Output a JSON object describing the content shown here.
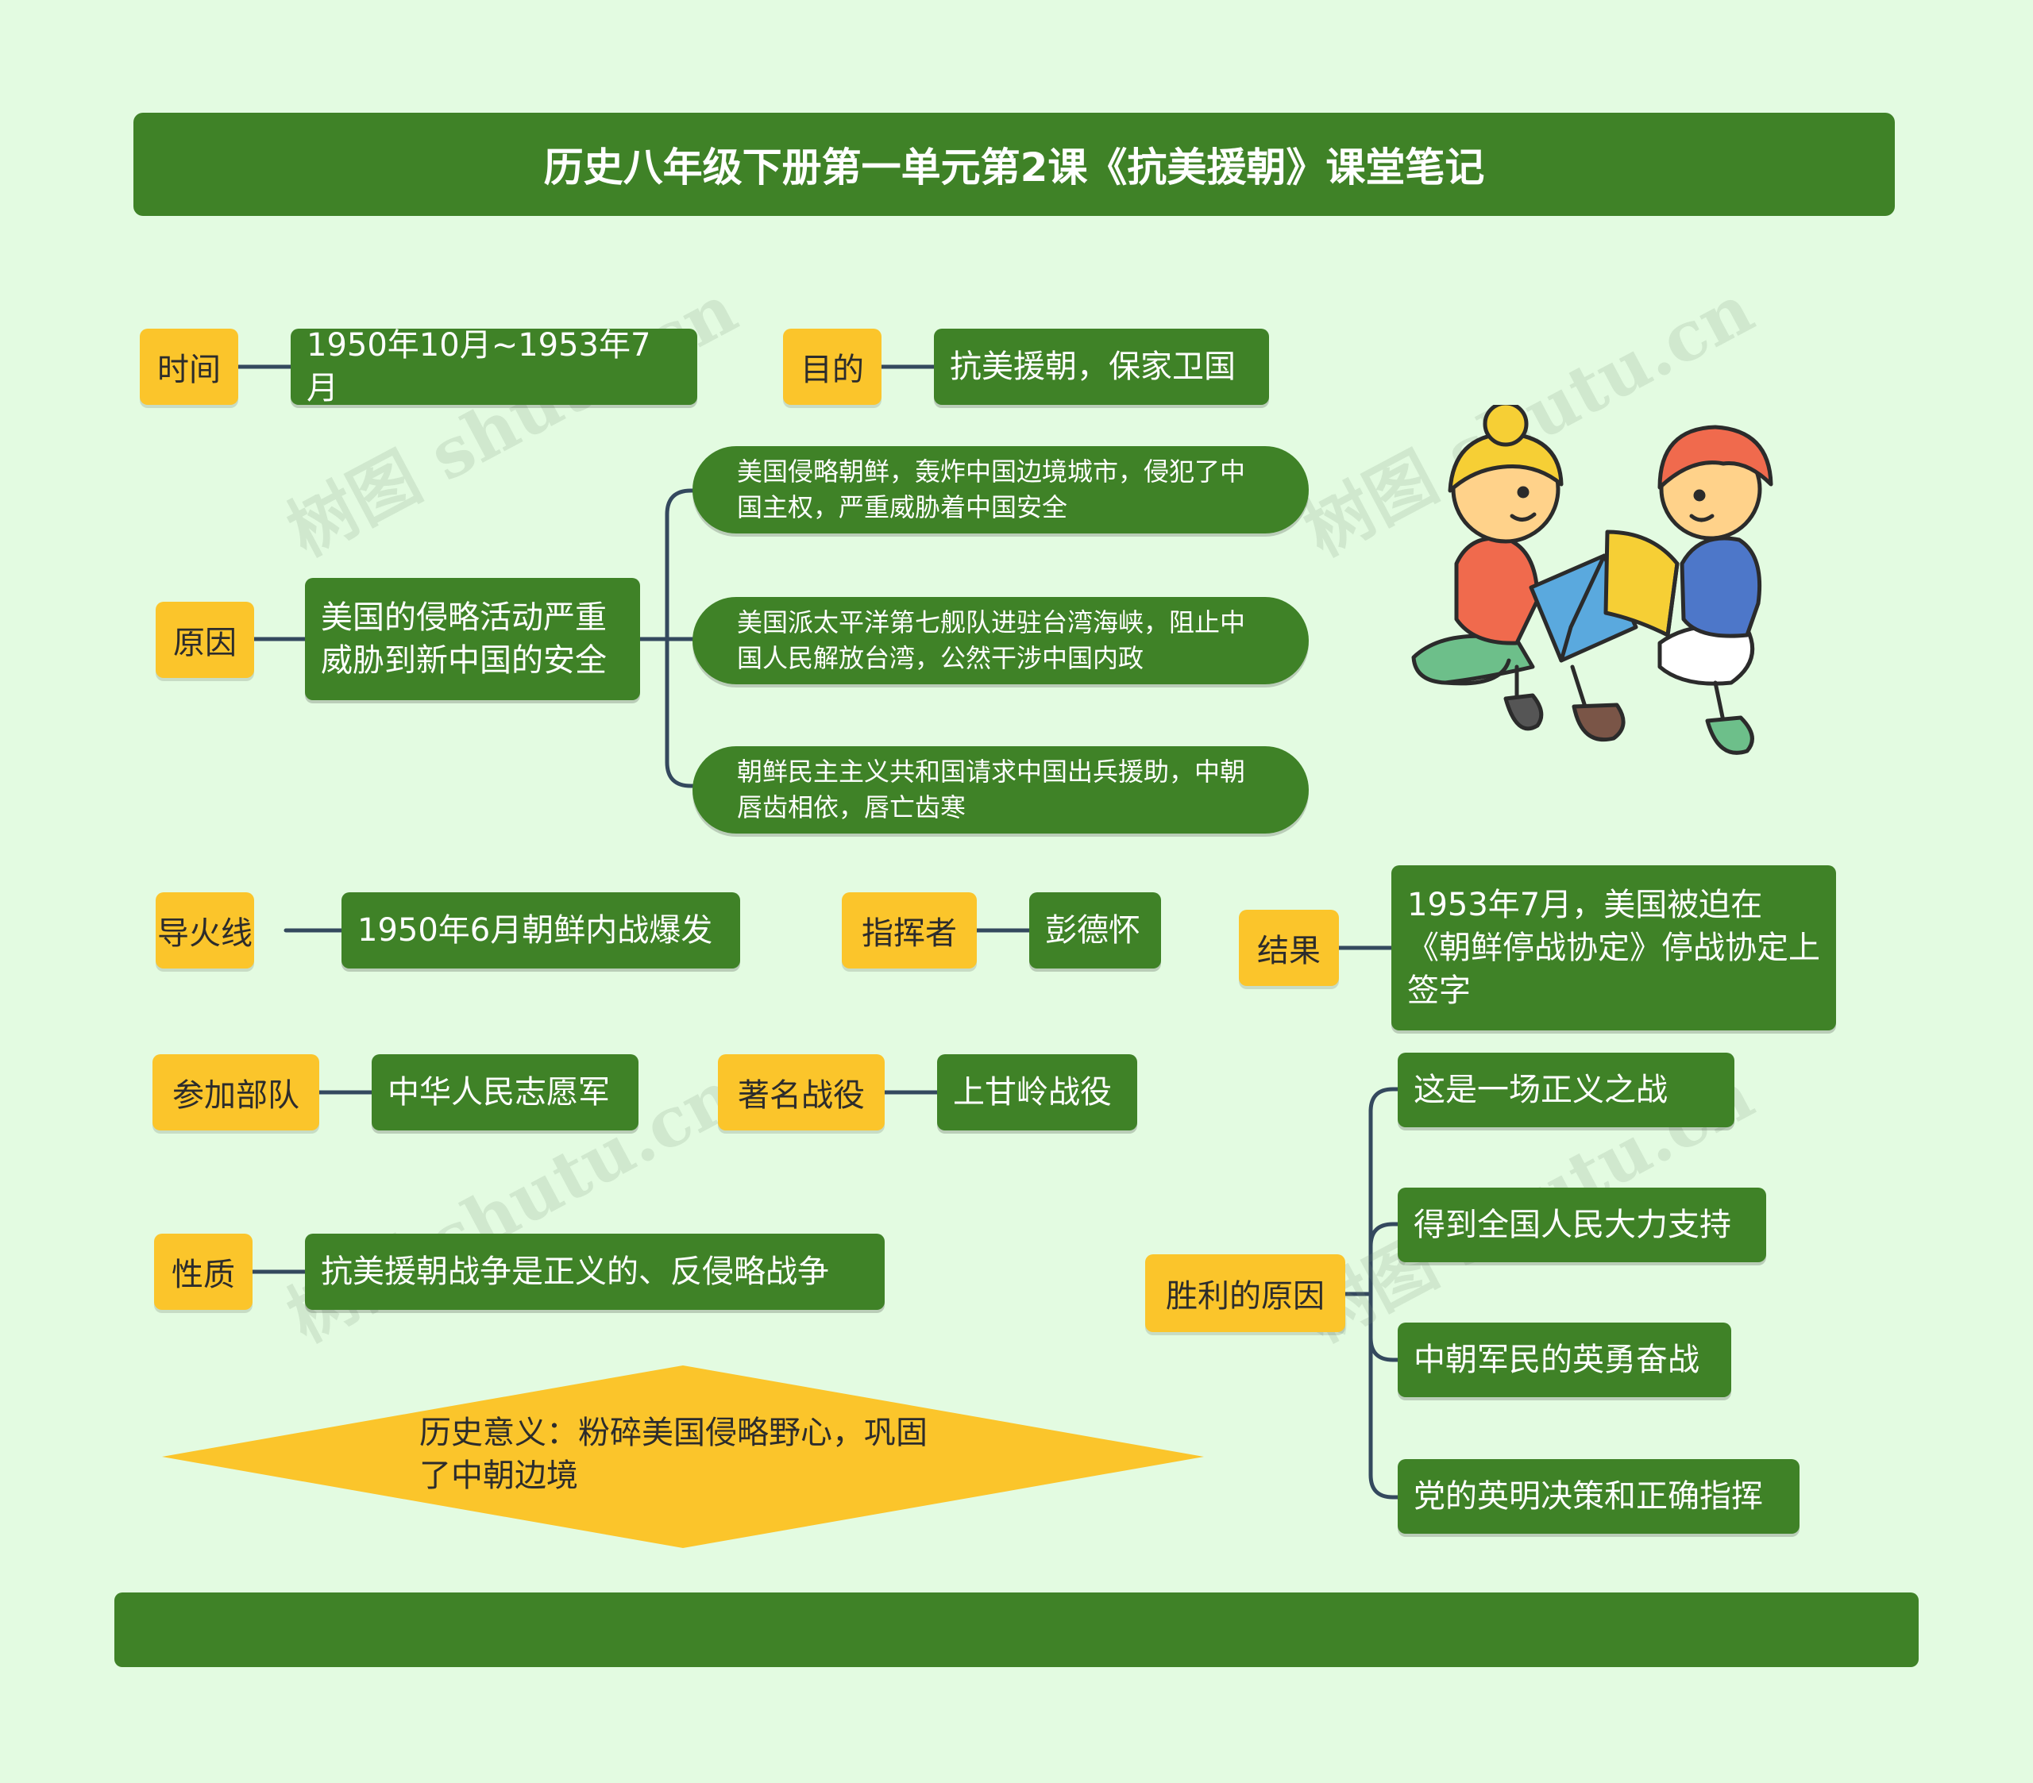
{
  "title": "历史八年级下册第一单元第2课《抗美援朝》课堂笔记",
  "watermark": "树图 shutu.cn",
  "time": {
    "label": "时间",
    "value": "1950年10月~1953年7月"
  },
  "purpose": {
    "label": "目的",
    "value": "抗美援朝，保家卫国"
  },
  "cause": {
    "label": "原因",
    "main": "美国的侵略活动严重威胁到新中国的安全",
    "details": [
      "美国侵略朝鲜，轰炸中国边境城市，侵犯了中国主权，严重威胁着中国安全",
      "美国派太平洋第七舰队进驻台湾海峡，阻止中国人民解放台湾，公然干涉中国内政",
      "朝鲜民主主义共和国请求中国出兵援助，中朝唇齿相依，唇亡齿寒"
    ]
  },
  "fuse": {
    "label": "导火线",
    "value": "1950年6月朝鲜内战爆发"
  },
  "commander": {
    "label": "指挥者",
    "value": "彭德怀"
  },
  "result": {
    "label": "结果",
    "value": "1953年7月，美国被迫在《朝鲜停战协定》停战协定上签字"
  },
  "troops": {
    "label": "参加部队",
    "value": "中华人民志愿军"
  },
  "battle": {
    "label": "著名战役",
    "value": "上甘岭战役"
  },
  "nature": {
    "label": "性质",
    "value": "抗美援朝战争是正义的、反侵略战争"
  },
  "victory": {
    "label": "胜利的原因",
    "items": [
      "这是一场正义之战",
      "得到全国人民大力支持",
      "中朝军民的英勇奋战",
      "党的英明决策和正确指挥"
    ]
  },
  "significance": "历史意义：粉碎美国侵略野心，巩固了中朝边境",
  "colors": {
    "node_green": "#3f8227",
    "label_yellow": "#fbc52b",
    "background": "#e3fbe1",
    "connector": "#34495e"
  }
}
